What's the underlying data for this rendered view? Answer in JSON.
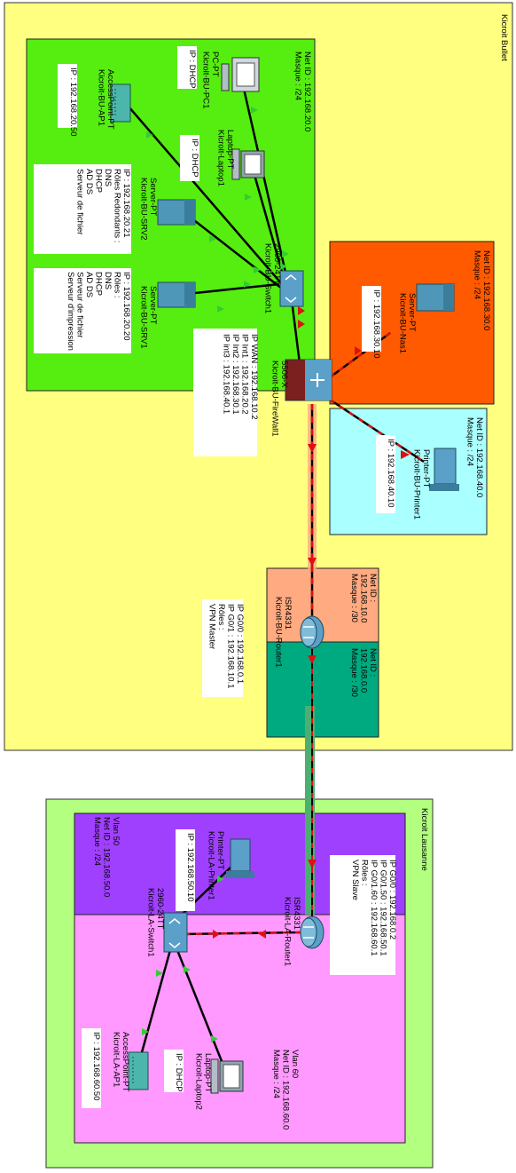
{
  "sites": {
    "bulle": "Kicroit Bullet",
    "lausanne": "Kicroit Lausanne"
  },
  "subnets": {
    "s20": [
      "Net ID : 192.168.20.0",
      "Masque : /24"
    ],
    "s30": [
      "Net ID : 192.168.30.0",
      "Masque : /24"
    ],
    "s40": [
      "Net ID : 192.168.40.0",
      "Masque : /24"
    ],
    "s10": [
      "Net ID :",
      "192.168.10.0",
      "Masque : /30"
    ],
    "s0": [
      "Net ID :",
      "192.168.0.0",
      "Masque : /30"
    ],
    "vlan50": [
      "Vlan 50",
      "Net ID : 192.168.50.0",
      "Masque : /24"
    ],
    "vlan60": [
      "Vlan 60",
      "Net ID : 192.168.60.0",
      "Masque : /24"
    ]
  },
  "devices": {
    "pc1": [
      "PC-PT",
      "Kicroit-BU-PC1"
    ],
    "pc1_ip": "IP : DHCP",
    "ap1": [
      "AccessPoint-PT",
      "Kicroit-BU-AP1"
    ],
    "ap1_ip": "IP : 192.168.20.50",
    "laptop1": [
      "Laptop-PT",
      "Kicroit-Laptop1"
    ],
    "laptop1_ip": "IP : DHCP",
    "srv2": [
      "Server-PT",
      "Kicroit-BU-SRV2"
    ],
    "srv2_info": [
      "IP : 192.168.20.21",
      "Rôles Redondants :",
      "DNS",
      "DHCP",
      "AD DS",
      "Serveur de fichier"
    ],
    "srv1": [
      "Server-PT",
      "Kicroit-BU-SRV1"
    ],
    "srv1_info": [
      "IP : 192.168.20.20",
      "Rôles :",
      "DNS",
      "DHCP",
      "AD DS",
      "Serveur de fichier",
      "Serveur d'impression"
    ],
    "switch1": [
      "2960-24TT",
      "Kicroit-BU-Switch1"
    ],
    "nas1": [
      "Server-PT",
      "Kicroit-BU-Nas1"
    ],
    "nas1_ip": "IP : 192.168.30.10",
    "printer1": [
      "Printer-PT",
      "Kicroit-BU-Printer1"
    ],
    "printer1_ip": "IP : 192.168.40.10",
    "firewall": [
      "5506-X",
      "Kicroit-BU-FireWall1"
    ],
    "firewall_info": [
      "IP WAN : 192.168.10.2",
      "IP Int1 : 192.168.20.2",
      "IP Int2 : 192.168.30.1",
      "IP int3 : 192.168.40.1"
    ],
    "router_bu": [
      "ISR4331",
      "Kicroit-BU-Router1"
    ],
    "router_bu_info": [
      "IP G0/0 : 192.168.0.1",
      "IP G0/1 : 192.168.10.1",
      "Rôles :",
      "VPN Master"
    ],
    "router_la": [
      "ISR4331",
      "Kicroit-LA-Router1"
    ],
    "router_la_info": [
      "IP G0/0 : 192.168.0.2",
      "IP G0/1.50 : 192.168.50.1",
      "IP G0/1.60 : 192.168.60.1",
      "Rôles :",
      "VPN Slave"
    ],
    "printer_la": [
      "Printer-PT",
      "Kicroit-LA-Printer1"
    ],
    "printer_la_ip": "IP : 192.168.50.10",
    "switch_la": [
      "2960-24TT",
      "Kicroit-LA-Switch1"
    ],
    "laptop2": [
      "Laptop-PT",
      "Kicroit-Laptop2"
    ],
    "laptop2_ip": "IP : DHCP",
    "ap_la": [
      "AccessPoint-PT",
      "Kicroit-LA-AP1"
    ],
    "ap_la_ip": "IP : 192.168.60.50"
  },
  "colors": {
    "bulle_bg": "#ffff80",
    "lausanne_bg": "#b3ff80",
    "lan20_bg": "#55ee10",
    "lan30_bg": "#ff5a00",
    "lan40_bg": "#aaffff",
    "wan10_bg": "#ffaa80",
    "wan0_bg": "#00aa80",
    "vlan50_bg": "#a040ff",
    "vlan60_bg": "#ff99ff",
    "vpn_tunnel": "#4caf70",
    "cable_bg": "#ffaa80",
    "link_up": "#33cc33",
    "link_down": "#dd1111"
  }
}
